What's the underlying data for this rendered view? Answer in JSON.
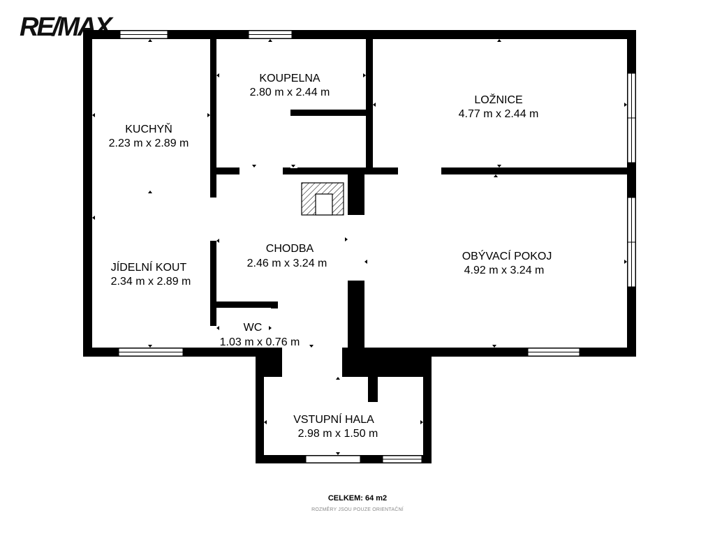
{
  "brand": {
    "logo_text": "RE/MAX"
  },
  "rooms": {
    "kuchyn": {
      "name": "KUCHYŇ",
      "size": "2.23 m x 2.89 m"
    },
    "koupelna": {
      "name": "KOUPELNA",
      "size": "2.80 m x 2.44 m"
    },
    "loznice": {
      "name": "LOŽNICE",
      "size": "4.77 m x 2.44 m"
    },
    "chodba": {
      "name": "CHODBA",
      "size": "2.46 m x 3.24 m"
    },
    "jidelni_kout": {
      "name": "JÍDELNÍ KOUT",
      "size": "2.34 m x 2.89 m"
    },
    "obyvaci_pokoj": {
      "name": "OBÝVACÍ POKOJ",
      "size": "4.92 m x 3.24 m"
    },
    "wc": {
      "name": "WC",
      "size": "1.03 m x 0.76 m"
    },
    "vstupni_hala": {
      "name": "VSTUPNÍ HALA",
      "size": "2.98 m x 1.50 m"
    }
  },
  "footer": {
    "total": "CELKEM: 64 m2",
    "disclaimer": "ROZMĚRY JSOU POUZE ORIENTAČNÍ"
  },
  "colors": {
    "wall": "#000000",
    "window": "#ffffff",
    "background": "#ffffff"
  }
}
